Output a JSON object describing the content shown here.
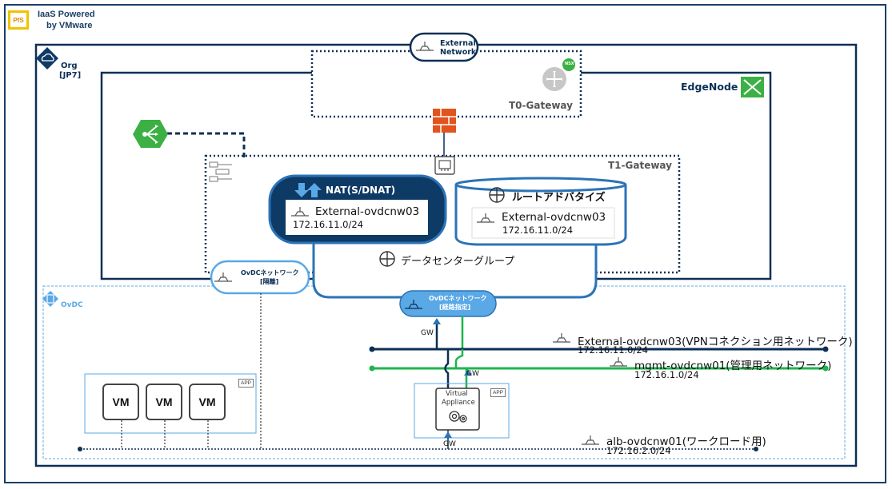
{
  "brand": {
    "logo_text": "PfS",
    "title_line1": "IaaS Powered",
    "title_line2": "by VMware"
  },
  "org": {
    "label": "Org",
    "region": "[JP7]"
  },
  "external_network": {
    "line1": "External",
    "line2": "Network"
  },
  "t0_gateway": {
    "label": "T0-Gateway",
    "badge": "NSX"
  },
  "edge_node": {
    "label": "EdgeNode"
  },
  "t1_gateway": {
    "label": "T1-Gateway"
  },
  "nat": {
    "title": "NAT(S/DNAT)",
    "network": "External-ovdcnw03",
    "cidr": "172.16.11.0/24"
  },
  "route_advertise": {
    "title": "ルートアドバタイズ",
    "network": "External-ovdcnw03",
    "cidr": "172.16.11.0/24"
  },
  "datacenter_group": {
    "label": "データセンターグループ"
  },
  "ovdc": {
    "label": "OvDC"
  },
  "isolated_network": {
    "line1": "OvDCネットワーク",
    "line2": "[隔離]"
  },
  "routed_network": {
    "line1": "OvDCネットワーク",
    "line2": "[経路指定]"
  },
  "gw_labels": {
    "routed": "GW",
    "mgmt": "GW",
    "appliance": "GW"
  },
  "networks": {
    "external": {
      "name": "External-ovdcnw03(VPNコネクション用ネットワーク)",
      "cidr": "172.16.11.0/24"
    },
    "mgmt": {
      "name": "mgmt-ovdcnw01(管理用ネットワーク)",
      "cidr": "172.16.1.0/24"
    },
    "alb": {
      "name": "alb-ovdcnw01(ワークロード用)",
      "cidr": "172.16.2.0/24"
    }
  },
  "vms": [
    "VM",
    "VM",
    "VM"
  ],
  "app_tags": [
    "APP",
    "APP"
  ],
  "virtual_appliance": {
    "line1": "Virtual",
    "line2": "Appliance"
  },
  "colors": {
    "navy": "#0b2f55",
    "dark_blue": "#0e3a66",
    "blue": "#2b73b7",
    "light_blue": "#5aa8e6",
    "green": "#1db54c",
    "firewall": "#e1541e",
    "load_balancer": "#3cb044"
  }
}
